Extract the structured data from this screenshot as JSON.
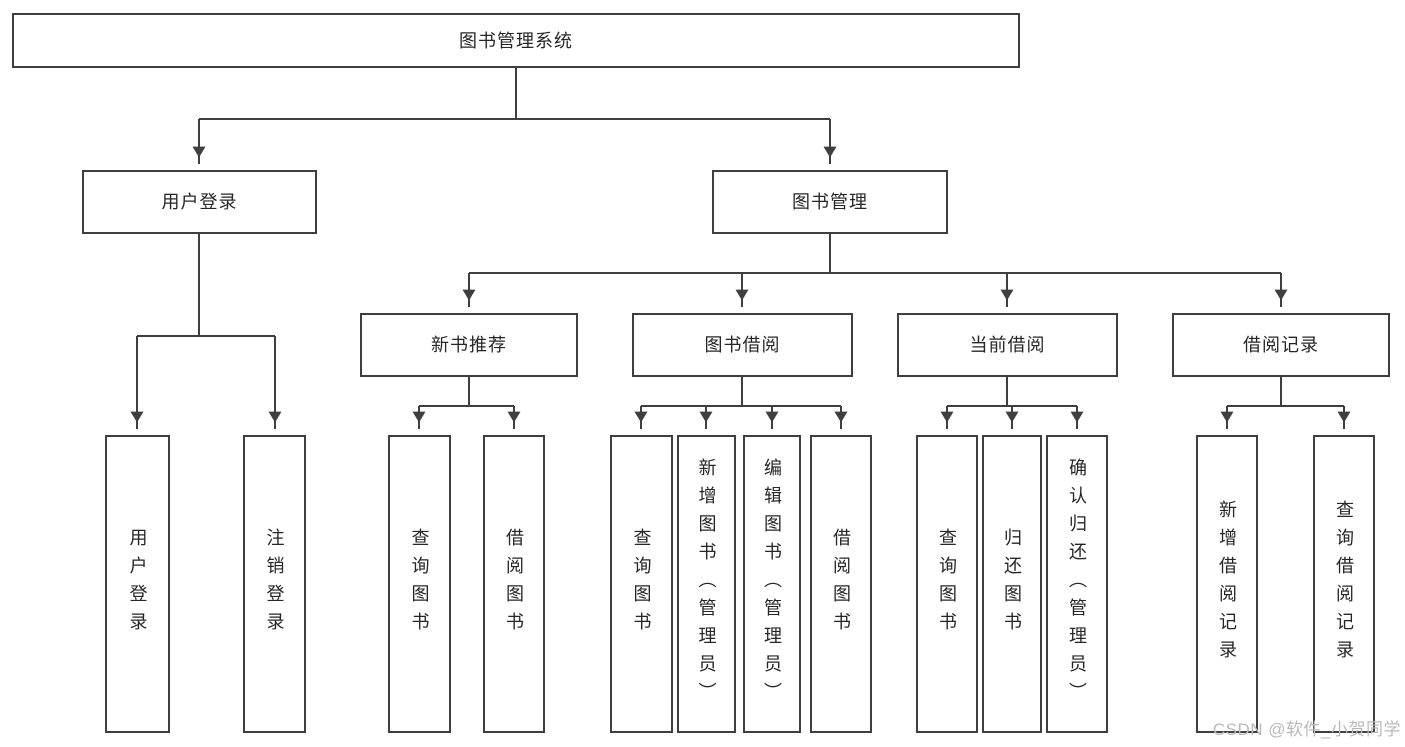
{
  "diagram": {
    "root": {
      "label": "图书管理系统"
    },
    "level2": [
      {
        "id": "user-login",
        "label": "用户登录"
      },
      {
        "id": "book-management",
        "label": "图书管理"
      }
    ],
    "level3": [
      {
        "id": "new-book-recommendation",
        "label": "新书推荐"
      },
      {
        "id": "book-borrowing",
        "label": "图书借阅"
      },
      {
        "id": "current-borrowing",
        "label": "当前借阅"
      },
      {
        "id": "borrowing-records",
        "label": "借阅记录"
      }
    ],
    "leaves": [
      {
        "parent": "user-login",
        "label": "用户登录"
      },
      {
        "parent": "user-login",
        "label": "注销登录"
      },
      {
        "parent": "new-book-recommendation",
        "label": "查询图书"
      },
      {
        "parent": "new-book-recommendation",
        "label": "借阅图书"
      },
      {
        "parent": "book-borrowing",
        "label": "查询图书"
      },
      {
        "parent": "book-borrowing",
        "label": "新增图书（管理员）"
      },
      {
        "parent": "book-borrowing",
        "label": "编辑图书（管理员）"
      },
      {
        "parent": "book-borrowing",
        "label": "借阅图书"
      },
      {
        "parent": "current-borrowing",
        "label": "查询图书"
      },
      {
        "parent": "current-borrowing",
        "label": "归还图书"
      },
      {
        "parent": "current-borrowing",
        "label": "确认归还（管理员）"
      },
      {
        "parent": "borrowing-records",
        "label": "新增借阅记录"
      },
      {
        "parent": "borrowing-records",
        "label": "查询借阅记录"
      }
    ]
  },
  "watermark": {
    "text": "CSDN @软件_小贺同学"
  },
  "colors": {
    "line": "#3f3f3f",
    "box_border": "#3f3f3f",
    "text": "#262626",
    "watermark": "#b9b9b9",
    "background": "#ffffff"
  }
}
